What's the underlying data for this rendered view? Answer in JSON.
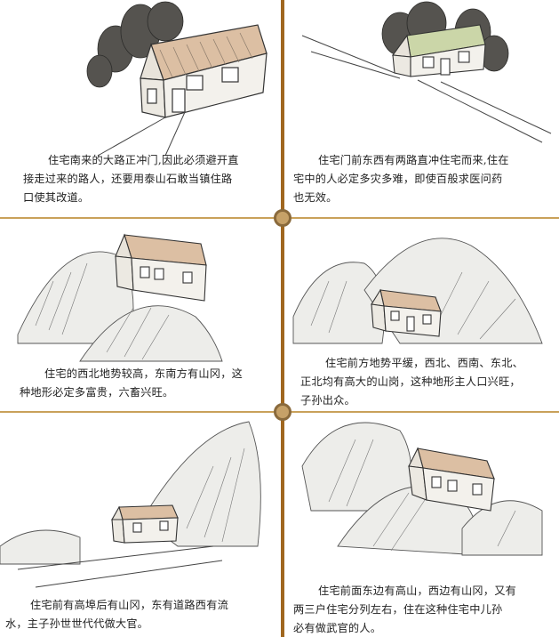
{
  "panels": [
    {
      "id": "p1",
      "lines": [
        "住宅南来的大路正冲门,因此必须避开直",
        "接走过来的路人，还要用泰山石敢当镇住路",
        "口使其改道。"
      ]
    },
    {
      "id": "p2",
      "lines": [
        "住宅门前东西有两路直冲住宅而来,住在",
        "宅中的人必定多灾多难，即使百般求医问药",
        "也无效。"
      ]
    },
    {
      "id": "p3",
      "lines": [
        "住宅的西北地势较高，东南方有山冈，这",
        "种地形必定多富贵，六畜兴旺。"
      ]
    },
    {
      "id": "p4",
      "lines": [
        "住宅前方地势平缓，西北、西南、东北、",
        "正北均有高大的山岗，这种地形主人口兴旺，",
        "子孙出众。"
      ]
    },
    {
      "id": "p5",
      "lines": [
        "住宅前有高埠后有山冈，东有道路西有流",
        "水，主子孙世世代代做大官。"
      ]
    },
    {
      "id": "p6",
      "lines": [
        "住宅前面东边有高山，西边有山冈，又有",
        "两三户住宅分列左右，住在这种住宅中儿孙",
        "必有做武官的人。"
      ]
    }
  ],
  "colors": {
    "divider": "#a0671f",
    "knot_fill": "#c6a168",
    "rule": "#c9a15a",
    "wall": "#f1efe9",
    "roof": "#d9b89a",
    "tree": "#4a4a48"
  }
}
